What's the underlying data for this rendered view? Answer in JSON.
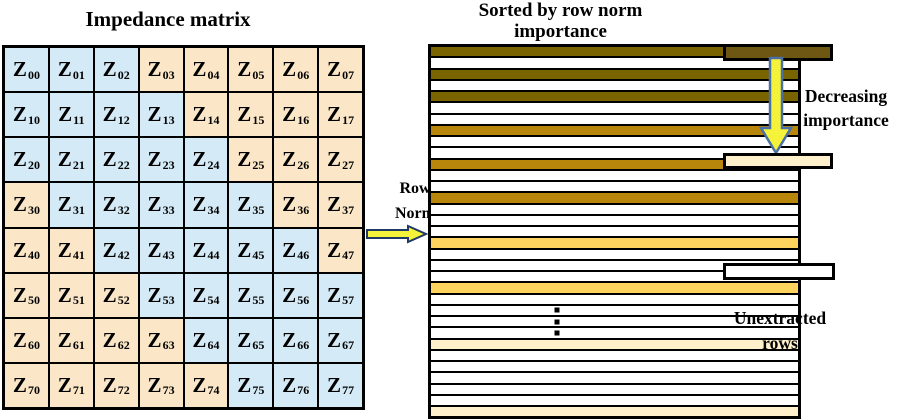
{
  "colors": {
    "blue": "#d4eaf6",
    "peach": "#fbe7c7",
    "olive": "#7a6400",
    "dgold": "#b8860b",
    "gold": "#ffd45e",
    "pale": "#fdf0ca",
    "white": "#ffffff",
    "brown": "#6e5712",
    "arrow_yellow": "#f5f23a",
    "arrow_outline_navy": "#1f3864",
    "arrow_outline_blue": "#4a6fa5",
    "border_black": "#000000"
  },
  "impedance": {
    "title": "Impedance matrix",
    "cell_base": "Z",
    "rows": [
      {
        "cells": [
          {
            "sub": "00",
            "band": "blue"
          },
          {
            "sub": "01",
            "band": "blue"
          },
          {
            "sub": "02",
            "band": "blue"
          },
          {
            "sub": "03",
            "band": "peach"
          },
          {
            "sub": "04",
            "band": "peach"
          },
          {
            "sub": "05",
            "band": "peach"
          },
          {
            "sub": "06",
            "band": "peach"
          },
          {
            "sub": "07",
            "band": "peach"
          }
        ]
      },
      {
        "cells": [
          {
            "sub": "10",
            "band": "blue"
          },
          {
            "sub": "11",
            "band": "blue"
          },
          {
            "sub": "12",
            "band": "blue"
          },
          {
            "sub": "13",
            "band": "blue"
          },
          {
            "sub": "14",
            "band": "peach"
          },
          {
            "sub": "15",
            "band": "peach"
          },
          {
            "sub": "16",
            "band": "peach"
          },
          {
            "sub": "17",
            "band": "peach"
          }
        ]
      },
      {
        "cells": [
          {
            "sub": "20",
            "band": "blue"
          },
          {
            "sub": "21",
            "band": "blue"
          },
          {
            "sub": "22",
            "band": "blue"
          },
          {
            "sub": "23",
            "band": "blue"
          },
          {
            "sub": "24",
            "band": "blue"
          },
          {
            "sub": "25",
            "band": "peach"
          },
          {
            "sub": "26",
            "band": "peach"
          },
          {
            "sub": "27",
            "band": "peach"
          }
        ]
      },
      {
        "cells": [
          {
            "sub": "30",
            "band": "peach"
          },
          {
            "sub": "31",
            "band": "blue"
          },
          {
            "sub": "32",
            "band": "blue"
          },
          {
            "sub": "33",
            "band": "blue"
          },
          {
            "sub": "34",
            "band": "blue"
          },
          {
            "sub": "35",
            "band": "blue"
          },
          {
            "sub": "36",
            "band": "peach"
          },
          {
            "sub": "37",
            "band": "peach"
          }
        ]
      },
      {
        "cells": [
          {
            "sub": "40",
            "band": "peach"
          },
          {
            "sub": "41",
            "band": "peach"
          },
          {
            "sub": "42",
            "band": "blue"
          },
          {
            "sub": "43",
            "band": "blue"
          },
          {
            "sub": "44",
            "band": "blue"
          },
          {
            "sub": "45",
            "band": "blue"
          },
          {
            "sub": "46",
            "band": "blue"
          },
          {
            "sub": "47",
            "band": "peach"
          }
        ]
      },
      {
        "cells": [
          {
            "sub": "50",
            "band": "peach"
          },
          {
            "sub": "51",
            "band": "peach"
          },
          {
            "sub": "52",
            "band": "peach"
          },
          {
            "sub": "53",
            "band": "blue"
          },
          {
            "sub": "54",
            "band": "blue"
          },
          {
            "sub": "55",
            "band": "blue"
          },
          {
            "sub": "56",
            "band": "blue"
          },
          {
            "sub": "57",
            "band": "blue"
          }
        ]
      },
      {
        "cells": [
          {
            "sub": "60",
            "band": "peach"
          },
          {
            "sub": "61",
            "band": "peach"
          },
          {
            "sub": "62",
            "band": "peach"
          },
          {
            "sub": "63",
            "band": "peach"
          },
          {
            "sub": "64",
            "band": "blue"
          },
          {
            "sub": "65",
            "band": "blue"
          },
          {
            "sub": "66",
            "band": "blue"
          },
          {
            "sub": "67",
            "band": "blue"
          }
        ]
      },
      {
        "cells": [
          {
            "sub": "70",
            "band": "peach"
          },
          {
            "sub": "71",
            "band": "peach"
          },
          {
            "sub": "72",
            "band": "peach"
          },
          {
            "sub": "73",
            "band": "peach"
          },
          {
            "sub": "74",
            "band": "peach"
          },
          {
            "sub": "75",
            "band": "blue"
          },
          {
            "sub": "76",
            "band": "blue"
          },
          {
            "sub": "77",
            "band": "blue"
          }
        ]
      }
    ]
  },
  "row_norm": {
    "line1": "Row",
    "line2": "Norm"
  },
  "sorted": {
    "title_line1": "Sorted by row norm",
    "title_line2": "importance",
    "bars": [
      "olive",
      "white",
      "olive",
      "white",
      "olive",
      "white",
      "white",
      "dgold",
      "white",
      "white",
      "dgold",
      "white",
      "white",
      "dgold",
      "white",
      "white",
      "white",
      "gold",
      "white",
      "white",
      "white",
      "gold",
      "white",
      "dot",
      "dot",
      "dot",
      "pale",
      "white",
      "white",
      "white",
      "white",
      "white",
      "pale"
    ]
  },
  "legend": {
    "decreasing_line1": "Decreasing",
    "decreasing_line2": "importance",
    "unextracted_line1": "Unextracted",
    "unextracted_line2": "rows",
    "top_bar_color": "brown",
    "mid_bar_color": "pale",
    "bottom_bar_color": "white"
  }
}
